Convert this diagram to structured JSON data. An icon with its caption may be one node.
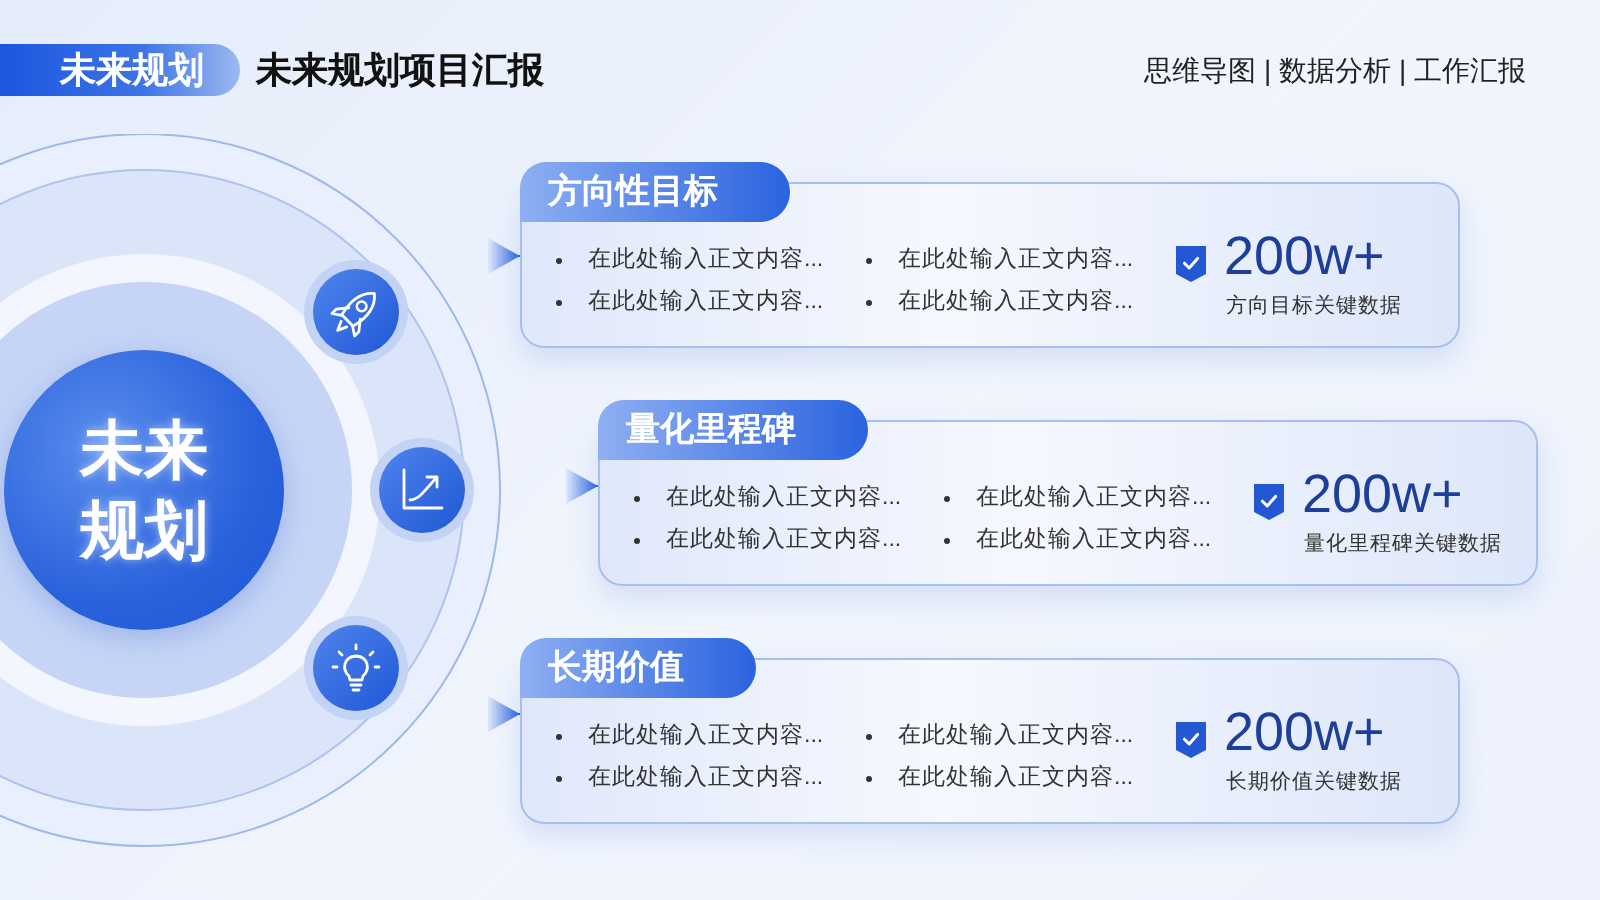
{
  "diagram": {
    "title": "未来规划项目汇报",
    "nodes": [
      {
        "text": [
          "未来规划"
        ]
      },
      {
        "text": [
          "未来规划"
        ]
      },
      {
        "text": [
          "方向性目标",
          "在此处输入正文内容...",
          "在此处输入正文内容...",
          "在此处输入正文内容...",
          "在此处输入正文内容...",
          "200w+",
          "方向目标关键数据"
        ]
      },
      {
        "text": [
          "量化里程碑",
          "在此处输入正文内容...",
          "在此处输入正文内容...",
          "在此处输入正文内容...",
          "在此处输入正文内容...",
          "200w+",
          "量化里程碑关键数据"
        ]
      },
      {
        "text": [
          "长期价值",
          "在此处输入正文内容...",
          "在此处输入正文内容...",
          "在此处输入正文内容...",
          "在此处输入正文内容...",
          "200w+",
          "长期价值关键数据"
        ]
      }
    ],
    "edges": [
      {
        "from": null,
        "to": 2,
        "arrow": "to"
      },
      {
        "from": null,
        "to": 3,
        "arrow": "to"
      },
      {
        "from": null,
        "to": 4,
        "arrow": "to"
      }
    ],
    "labels": [
      "思维导图 | 数据分析 | 工作汇报"
    ]
  }
}
